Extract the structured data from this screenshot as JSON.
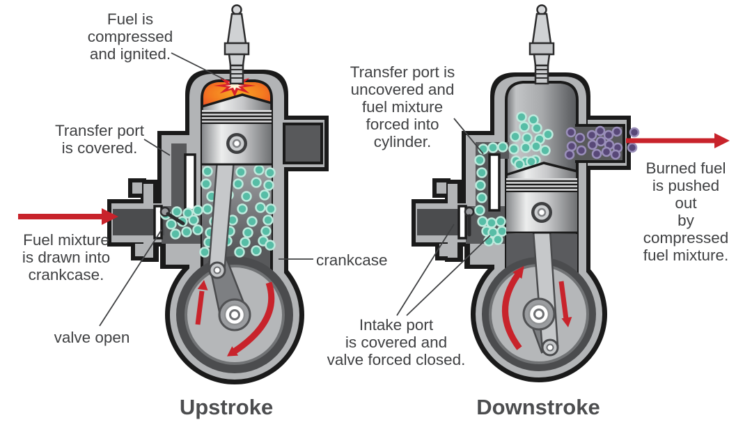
{
  "labels": {
    "fuel_ignited": "Fuel is\ncompressed\nand ignited.",
    "transfer_covered": "Transfer port\nis covered.",
    "fuel_mixture": "Fuel mixture\nis drawn into\ncrankcase.",
    "valve_open": "valve open",
    "crankcase": "crankcase",
    "transfer_uncovered": "Transfer port is\nuncovered and\nfuel mixture\nforced into\ncylinder.",
    "burned_fuel": "Burned fuel\nis pushed out\nby compressed\nfuel mixture.",
    "intake_port": "Intake port\nis covered and\nvalve forced closed."
  },
  "titles": {
    "upstroke": "Upstroke",
    "downstroke": "Downstroke"
  },
  "colors": {
    "accent_red": "#C8232B",
    "fuel_mixture_dot": "#57BDA6",
    "fuel_mixture_dot_ring": "#BEEADD",
    "burned_fuel_dot": "#584878",
    "burned_fuel_dot_ring": "#9A8FBA",
    "casing_gray": "#B2B4B6",
    "interior_gray": "#58595B",
    "combustion_orange": "#F47B20",
    "label_text": "#3F4042",
    "title_text": "#4C4D4F",
    "background": "#FFFFFF"
  }
}
